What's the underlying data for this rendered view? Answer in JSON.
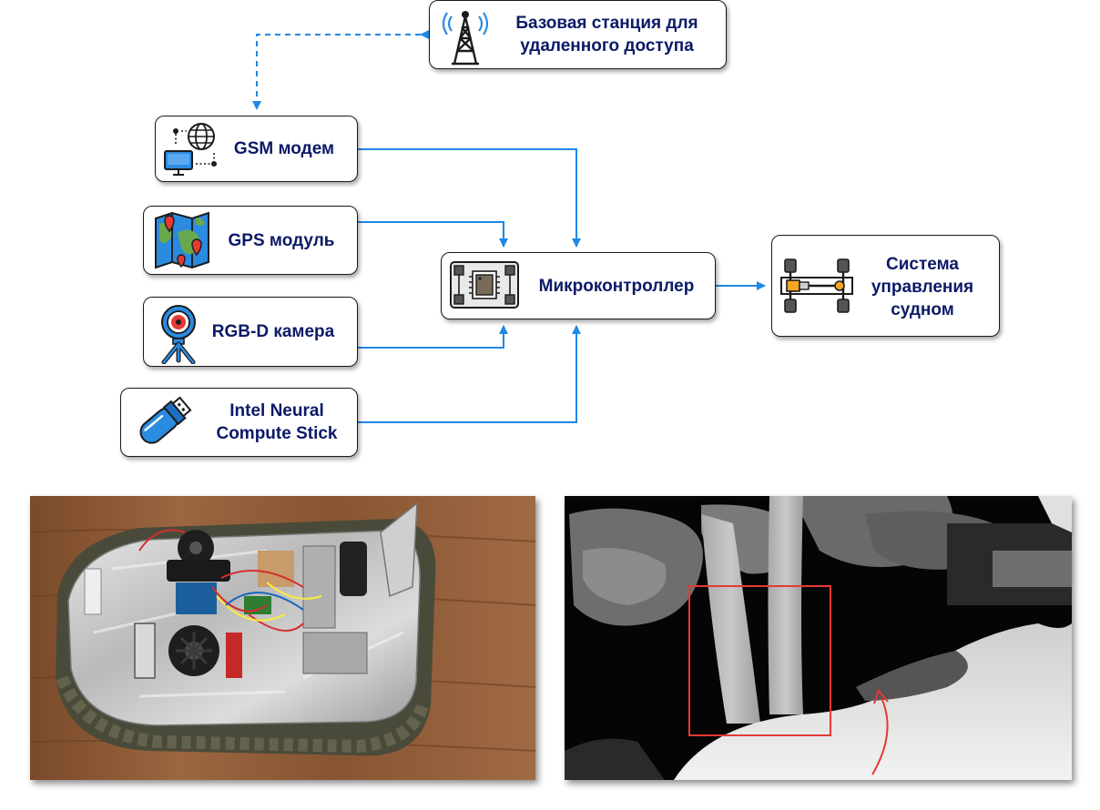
{
  "nodes": {
    "base_station": "Базовая станция для\nудаленного доступа",
    "gsm_modem": "GSM модем",
    "gps_module": "GPS модуль",
    "rgbd_camera": "RGB-D камера",
    "ncs": "Intel Neural\nCompute Stick",
    "microcontroller": "Микроконтроллер",
    "control_system": "Система\nуправления\nсудном"
  },
  "colors": {
    "box_text": "#0b1a66",
    "arrow": "#1e88e5",
    "depth_box": "#e53935"
  },
  "icons": {
    "base_station": "radio-tower-icon",
    "gsm_modem": "network-computer-icon",
    "gps_module": "map-pin-icon",
    "rgbd_camera": "camera-tripod-icon",
    "ncs": "usb-stick-icon",
    "microcontroller": "chip-board-icon",
    "control_system": "vehicle-chassis-icon"
  }
}
